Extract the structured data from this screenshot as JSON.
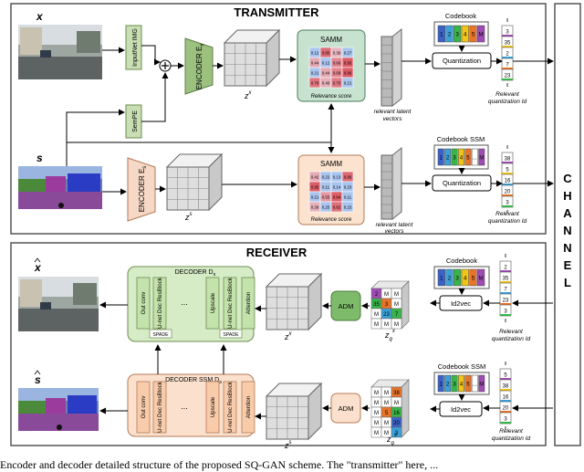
{
  "transmitter": {
    "title": "TRANSMITTER",
    "x_label": "x",
    "s_label": "s",
    "inputnet_label": "InputNet IMG",
    "sempe_label": "SemPE",
    "encoder_x_label": "ENCODER E",
    "encoder_x_sub": "x",
    "encoder_s_label": "ENCODER E",
    "encoder_s_sub": "s",
    "zx_label": "z",
    "zx_sup": "x",
    "zs_label": "z",
    "zs_sup": "s",
    "samm_top_title": "SAMM",
    "samm_bottom_title": "SAMM",
    "relevance_top": "Relevance score",
    "relevance_bottom": "Relevance score",
    "samm_top_values": [
      "0.12",
      "0.85",
      "0.36",
      "0.27",
      "0.44",
      "0.12",
      "0.66",
      "0.95",
      "0.21",
      "0.44",
      "0.68",
      "0.96",
      "0.78",
      "0.40",
      "0.75",
      "0.21"
    ],
    "samm_bottom_values": [
      "0.42",
      "0.22",
      "0.13",
      "0.86",
      "0.95",
      "0.11",
      "0.14",
      "0.23",
      "0.21",
      "0.55",
      "0.94",
      "0.11",
      "0.39",
      "0.25",
      "0.82",
      "0.15"
    ],
    "relevant_latent_1a": "relevant latent",
    "relevant_latent_1b": "vectors",
    "relevant_latent_2a": "relevant latent",
    "relevant_latent_2b": "vectors",
    "codebook_title": "Codebook",
    "codebook_entries": [
      "1",
      "2",
      "3",
      "4",
      "5",
      "M"
    ],
    "codebook_ssm_title": "Codebook SSM",
    "codebook_ssm_entries": [
      "1",
      "2",
      "3",
      "4",
      "5",
      "...",
      "M"
    ],
    "quantization_label_1": "Quantization",
    "quantization_label_2": "Quantization",
    "ids_top": [
      "3",
      "35",
      "2",
      "7",
      "23"
    ],
    "ids_bottom": [
      "38",
      "5",
      "16",
      "20",
      "3"
    ],
    "relevant_id_top_a": "Relevant",
    "relevant_id_top_b": "quantization Id",
    "relevant_id_bottom_a": "Relevant",
    "relevant_id_bottom_b": "quantization Id"
  },
  "channel": {
    "letters": [
      "C",
      "H",
      "A",
      "N",
      "N",
      "E",
      "L"
    ]
  },
  "receiver": {
    "title": "RECEIVER",
    "xhat_label": "x",
    "shat_label": "s",
    "decoder_x_title": "DECODER D",
    "decoder_x_sub": "x",
    "decoder_s_title": "DECODER SSM D",
    "decoder_s_sub": "s",
    "blocks": [
      "Out conv",
      "U-net Dec ResBlock",
      "...",
      "Upscale",
      "U-net Dec ResBlock",
      "Attention"
    ],
    "spade": "SPADE",
    "adm_1": "ADM",
    "adm_2": "ADM",
    "zhat_x_label": "z",
    "zhat_x_sup": "x",
    "zhat_s_label": "z",
    "zhat_s_sup": "s",
    "zq_x_label": "z",
    "zq_x_sub": "q",
    "zq_x_sup": "x",
    "zq_s_label": "z",
    "zq_s_sub": "q",
    "zq_s_sup": "s",
    "grid_top": [
      "2",
      "M",
      "M",
      "35",
      "3",
      "M",
      "M",
      "23",
      "7",
      "M",
      "M",
      "M"
    ],
    "grid_bottom": [
      "M",
      "M",
      "38",
      "M",
      "M",
      "M",
      "M",
      "5",
      "16",
      "M",
      "M",
      "20",
      "M",
      "M",
      "3"
    ],
    "codebook_title": "Codebook",
    "codebook_ssm_title": "Codebook SSM",
    "codebook_entries": [
      "1",
      "2",
      "3",
      "4",
      "5",
      "M"
    ],
    "codebook_ssm_entries": [
      "1",
      "2",
      "3",
      "4",
      "5",
      "...",
      "M"
    ],
    "id2vec_1": "Id2vec",
    "id2vec_2": "Id2vec",
    "ids_top": [
      "2",
      "35",
      "7",
      "23",
      "3"
    ],
    "ids_bottom": [
      "5",
      "38",
      "16",
      "20",
      "3"
    ],
    "relevant_id_top_a": "Relevant",
    "relevant_id_top_b": "quantization Id",
    "relevant_id_bottom_a": "Relevant",
    "relevant_id_bottom_b": "quantization Id"
  },
  "caption": "Encoder and decoder detailed structure of the proposed SQ-GAN scheme. The \"transmitter\" here, ..."
}
